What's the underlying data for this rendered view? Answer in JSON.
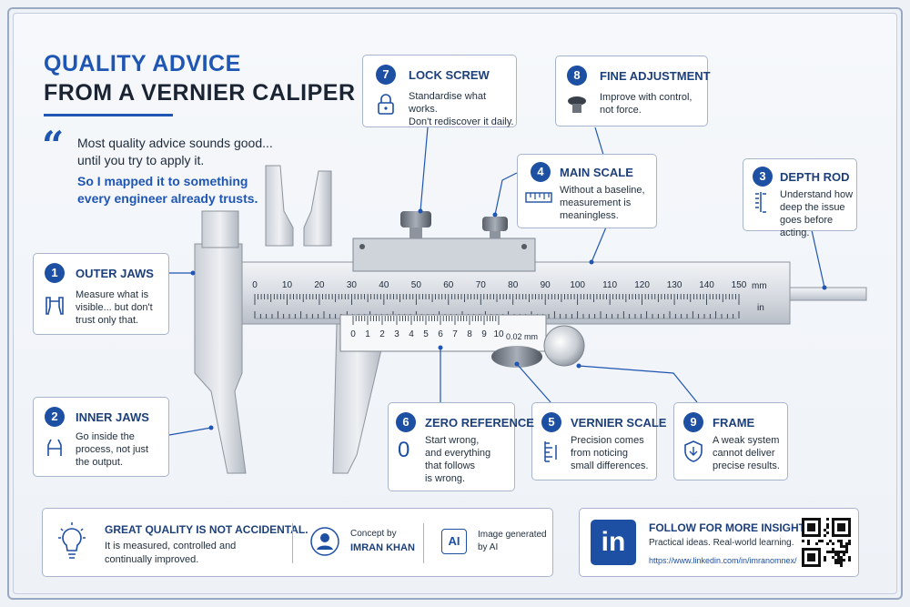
{
  "header": {
    "title_line1": "QUALITY ADVICE",
    "title_line2": "FROM A VERNIER CALIPER"
  },
  "intro": {
    "line1": "Most quality advice sounds good...",
    "line2": "until you try to apply it.",
    "strong1": "So I mapped it to something",
    "strong2": "every engineer already trusts."
  },
  "cards": [
    {
      "num": "1",
      "title": "OUTER JAWS",
      "lines": [
        "Measure what is",
        "visible... but don't",
        "trust only that."
      ],
      "icon": "outer-jaws-icon"
    },
    {
      "num": "2",
      "title": "INNER JAWS",
      "lines": [
        "Go inside the",
        "process, not just",
        "the output."
      ],
      "icon": "inner-jaws-icon"
    },
    {
      "num": "3",
      "title": "DEPTH ROD",
      "lines": [
        "Understand how",
        "deep the issue",
        "goes before acting."
      ],
      "icon": "depth-rod-icon"
    },
    {
      "num": "4",
      "title": "MAIN SCALE",
      "lines": [
        "Without a baseline,",
        "measurement is",
        "meaningless."
      ],
      "icon": "ruler-icon"
    },
    {
      "num": "5",
      "title": "VERNIER SCALE",
      "lines": [
        "Precision comes",
        "from noticing",
        "small differences."
      ],
      "icon": "vernier-scale-icon"
    },
    {
      "num": "6",
      "title": "ZERO REFERENCE",
      "lines": [
        "Start wrong,",
        "and everything",
        "that follows",
        "is wrong."
      ],
      "icon_text": "0"
    },
    {
      "num": "7",
      "title": "LOCK SCREW",
      "lines": [
        "Standardise what works.",
        "Don't rediscover it daily."
      ],
      "icon": "lock-icon"
    },
    {
      "num": "8",
      "title": "FINE ADJUSTMENT",
      "lines": [
        "Improve with control,",
        "not force."
      ],
      "icon": "thumb-wheel-icon"
    },
    {
      "num": "9",
      "title": "FRAME",
      "lines": [
        "A weak system",
        "cannot deliver",
        "precise results."
      ],
      "icon": "shield-icon"
    }
  ],
  "caliper": {
    "main_scale_labels": [
      "0",
      "10",
      "20",
      "30",
      "40",
      "50",
      "60",
      "70",
      "80",
      "90",
      "100",
      "110",
      "120",
      "130",
      "140",
      "150"
    ],
    "unit_mm": "mm",
    "unit_in": "in",
    "vernier_labels": [
      "0",
      "1",
      "2",
      "3",
      "4",
      "5",
      "6",
      "7",
      "8",
      "9",
      "10"
    ],
    "vernier_resolution": "0.02 mm"
  },
  "footer": {
    "quality_title": "GREAT QUALITY IS NOT ACCIDENTAL.",
    "quality_line1": "It is measured, controlled and",
    "quality_line2": "continually improved.",
    "concept_label": "Concept by",
    "concept_name": "IMRAN KHAN",
    "ai_badge": "AI",
    "image_label": "Image generated",
    "image_by": "by AI",
    "follow_title": "FOLLOW FOR MORE INSIGHTS",
    "follow_line": "Practical ideas. Real-world learning.",
    "follow_url": "https://www.linkedin.com/in/imranomnex/",
    "linkedin_logo": "in"
  },
  "colors": {
    "accent": "#1f56b3",
    "badge": "#1d4fa3",
    "steel_light": "#e6e9ee",
    "steel_dark": "#8d949e"
  }
}
